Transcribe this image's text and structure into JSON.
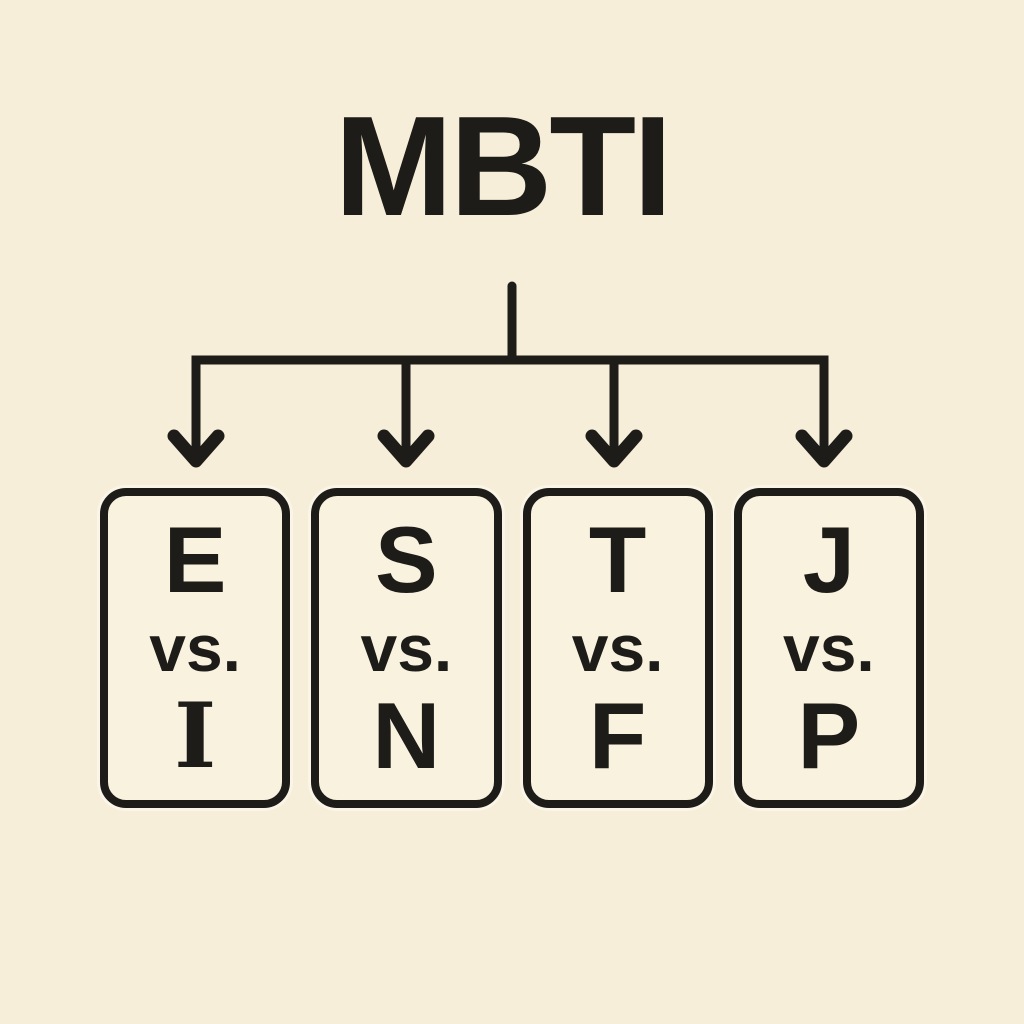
{
  "title": "MBTI",
  "colors": {
    "background": "#f7eed9",
    "card_fill": "#f9f2df",
    "ink": "#1d1c19"
  },
  "connector": {
    "description": "tree-branch-with-down-arrows",
    "branch_count": 4
  },
  "dichotomies": [
    {
      "top": "E",
      "separator": "vs.",
      "bottom": "I"
    },
    {
      "top": "S",
      "separator": "vs.",
      "bottom": "N"
    },
    {
      "top": "T",
      "separator": "vs.",
      "bottom": "F"
    },
    {
      "top": "J",
      "separator": "vs.",
      "bottom": "P"
    }
  ]
}
